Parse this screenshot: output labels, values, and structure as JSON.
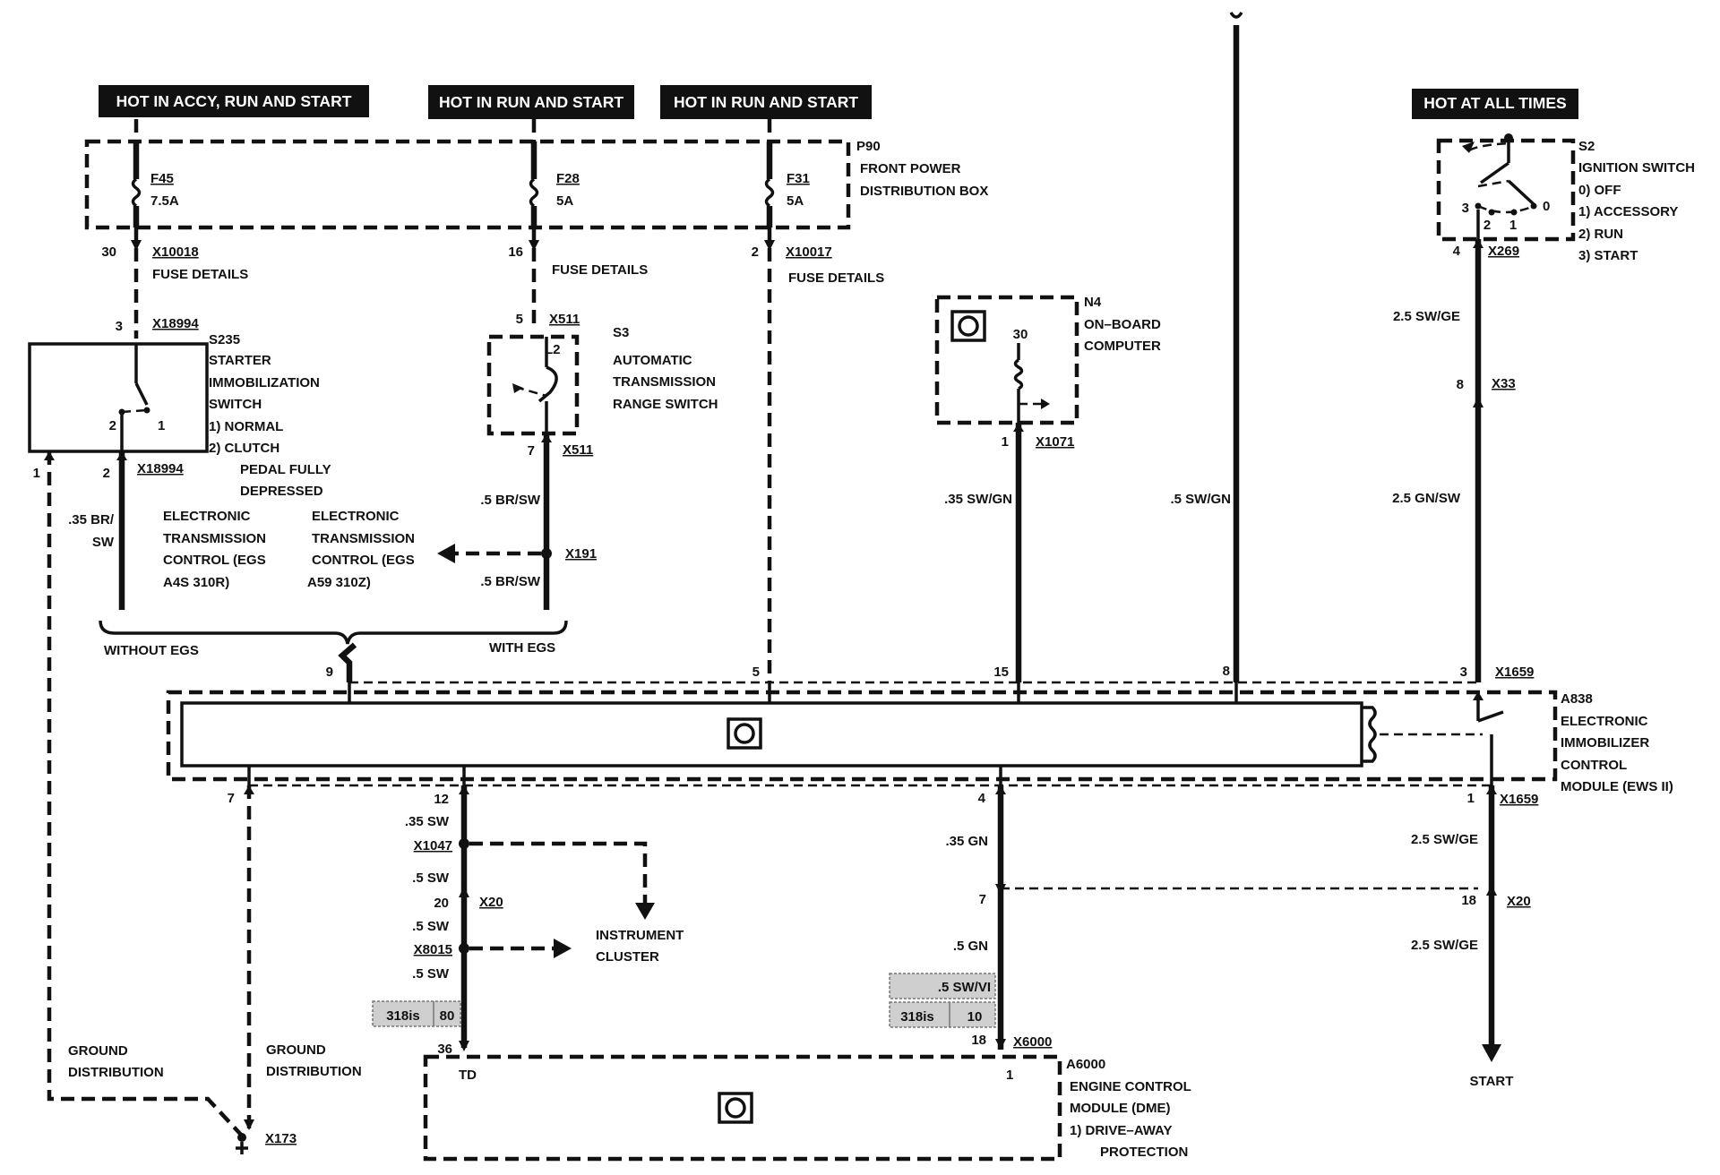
{
  "power_labels": {
    "accy_run_start": "HOT IN ACCY, RUN AND START",
    "run_start_1": "HOT IN RUN AND START",
    "run_start_2": "HOT IN RUN AND START",
    "all_times": "HOT AT ALL TIMES"
  },
  "power_box": {
    "id": "P90",
    "name_line1": "FRONT POWER",
    "name_line2": "DISTRIBUTION BOX",
    "fuses": [
      {
        "name": "F45",
        "rating": "7.5A"
      },
      {
        "name": "F28",
        "rating": "5A"
      },
      {
        "name": "F31",
        "rating": "5A"
      }
    ]
  },
  "connectors": {
    "x10018": "X10018",
    "x10017": "X10017",
    "x18994_top": "X18994",
    "x18994_bot": "X18994",
    "x511_top": "X511",
    "x511_bot": "X511",
    "x191": "X191",
    "x1071": "X1071",
    "x269": "X269",
    "x33": "X33",
    "x1659_top": "X1659",
    "x1659_bot": "X1659",
    "x1047": "X1047",
    "x20_left": "X20",
    "x8015": "X8015",
    "x6000": "X6000",
    "x20_right": "X20",
    "x173": "X173"
  },
  "pins": {
    "p30": "30",
    "p16": "16",
    "p2": "2",
    "p3_s235": "3",
    "p5_s3": "5",
    "p7_s3": "7",
    "p2_s235": "2",
    "p1_s235": "1",
    "sw2": "2",
    "sw1": "1",
    "p1_left": "1",
    "p2_left": "2",
    "p30_n4": "30",
    "p1_n4": "1",
    "p4_s2": "4",
    "p8_x33": "8",
    "m9": "9",
    "m5": "5",
    "m15": "15",
    "m8": "8",
    "m3": "3",
    "m7": "7",
    "m12": "12",
    "m4": "4",
    "m1": "1",
    "p20": "20",
    "p36": "36",
    "p7": "7",
    "p18_ecm": "18",
    "p18_right": "18",
    "ecm1": "1",
    "s2_3": "3",
    "s2_2": "2",
    "s2_1": "1",
    "s2_0": "0"
  },
  "fuse_details": [
    "FUSE DETAILS",
    "FUSE DETAILS",
    "FUSE DETAILS"
  ],
  "components": {
    "s235": {
      "id": "S235",
      "lines": [
        "STARTER",
        "IMMOBILIZATION",
        "SWITCH",
        "1)   NORMAL",
        "2)   CLUTCH",
        "PEDAL FULLY",
        "DEPRESSED"
      ]
    },
    "s3": {
      "id": "S3",
      "lines": [
        "AUTOMATIC",
        "TRANSMISSION",
        "RANGE SWITCH"
      ],
      "inner": "L2"
    },
    "n4": {
      "id": "N4",
      "lines": [
        "ON–BOARD",
        "COMPUTER"
      ]
    },
    "s2": {
      "id": "S2",
      "lines": [
        "IGNITION SWITCH",
        "0)   OFF",
        "1)   ACCESSORY",
        "2)   RUN",
        "3)   START"
      ]
    },
    "a838": {
      "id": "A838",
      "lines": [
        "ELECTRONIC",
        "IMMOBILIZER",
        "CONTROL",
        "MODULE (EWS II)"
      ]
    },
    "a6000": {
      "id": "A6000",
      "lines": [
        "ENGINE CONTROL",
        "MODULE (DME)",
        "1)   DRIVE–AWAY",
        "PROTECTION"
      ],
      "pin_td": "TD"
    }
  },
  "wires": {
    "w_35brsw_1": ".35 BR/",
    "w_35brsw_2": "SW",
    "w_5brsw_a": ".5 BR/SW",
    "w_5brsw_b": ".5 BR/SW",
    "w_35swgn": ".35 SW/GN",
    "w_5swgn": ".5 SW/GN",
    "w_25swge_a": "2.5 SW/GE",
    "w_25gnsw": "2.5 GN/SW",
    "w_25swge_b": "2.5 SW/GE",
    "w_25swge_c": "2.5 SW/GE",
    "w_35sw": ".35 SW",
    "w_5sw_a": ".5 SW",
    "w_5sw_b": ".5 SW",
    "w_5sw_c": ".5 SW",
    "w_35gn": ".35 GN",
    "w_5gn": ".5 GN",
    "w_5swvi": ".5 SW/VI"
  },
  "variants": {
    "v318_left": "318is",
    "v80": "80",
    "v318_right": "318is",
    "v10": "10"
  },
  "egs": {
    "left": [
      "ELECTRONIC",
      "TRANSMISSION",
      "CONTROL (EGS",
      "A4S  310R)"
    ],
    "right": [
      "ELECTRONIC",
      "TRANSMISSION",
      "CONTROL (EGS",
      "A59  310Z)"
    ],
    "without": "WITHOUT EGS",
    "with": "WITH EGS"
  },
  "other": {
    "ground_left": [
      "GROUND",
      "DISTRIBUTION"
    ],
    "ground_right": [
      "GROUND",
      "DISTRIBUTION"
    ],
    "instrument": [
      "INSTRUMENT",
      "CLUSTER"
    ],
    "start": "START"
  },
  "colors": {
    "ink": "#111111",
    "background": "#ffffff",
    "label_bar": "#111111",
    "variant_shade": "#cfcfcf"
  }
}
